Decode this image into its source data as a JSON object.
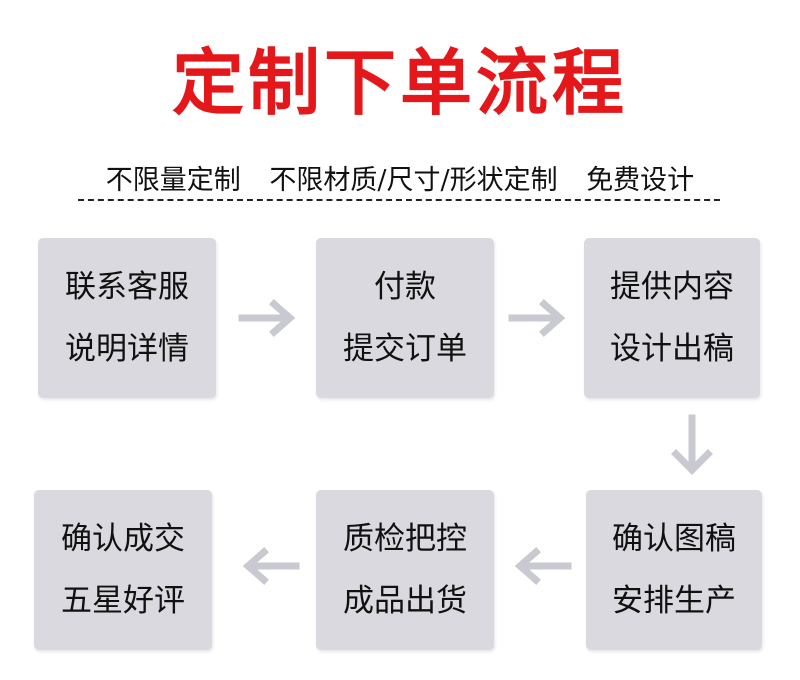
{
  "title": "定制下单流程",
  "colors": {
    "title": "#e4171b",
    "box": "#d9d9df",
    "arrow": "#c9c9d1",
    "text": "#111111"
  },
  "subtitle": {
    "parts": [
      "不限量定制",
      "不限材质/尺寸/形状定制",
      "免费设计"
    ]
  },
  "steps": [
    {
      "line1": "联系客服",
      "line2": "说明详情"
    },
    {
      "line1": "付款",
      "line2": "提交订单"
    },
    {
      "line1": "提供内容",
      "line2": "设计出稿"
    },
    {
      "line1": "确认图稿",
      "line2": "安排生产"
    },
    {
      "line1": "质检把控",
      "line2": "成品出货"
    },
    {
      "line1": "确认成交",
      "line2": "五星好评"
    }
  ],
  "arrows": [
    {
      "from": 1,
      "to": 2,
      "direction": "right",
      "icon": "arrow-right-icon"
    },
    {
      "from": 2,
      "to": 3,
      "direction": "right",
      "icon": "arrow-right-icon"
    },
    {
      "from": 3,
      "to": 4,
      "direction": "down",
      "icon": "arrow-down-icon"
    },
    {
      "from": 4,
      "to": 5,
      "direction": "left",
      "icon": "arrow-left-icon"
    },
    {
      "from": 5,
      "to": 6,
      "direction": "left",
      "icon": "arrow-left-icon"
    }
  ]
}
